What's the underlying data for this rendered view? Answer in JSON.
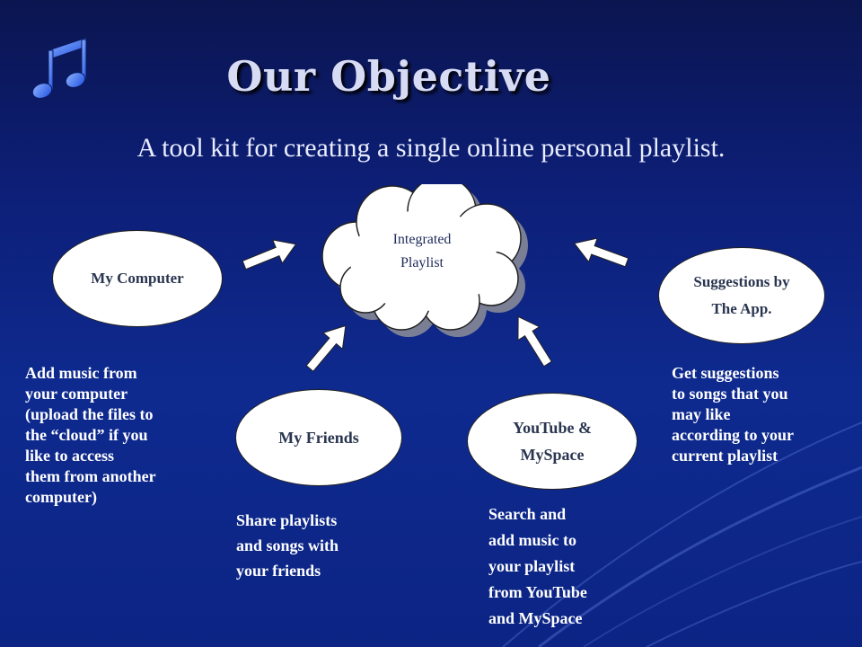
{
  "title": "Our Objective",
  "subtitle": "A tool kit for creating a single online personal playlist.",
  "center": {
    "label_line1": "Integrated",
    "label_line2": "Playlist"
  },
  "nodes": {
    "computer": {
      "label": "My Computer"
    },
    "friends": {
      "label": "My Friends"
    },
    "youtube": {
      "label_line1": "YouTube &",
      "label_line2": "MySpace"
    },
    "suggestions": {
      "label_line1": "Suggestions by",
      "label_line2": "The App."
    }
  },
  "descriptions": {
    "computer": [
      "Add music from",
      "your computer",
      "(upload the files to",
      "the “cloud” if you",
      "like to access",
      "them from another",
      "computer)"
    ],
    "friends": [
      "Share playlists",
      "and songs with",
      "your friends"
    ],
    "youtube": [
      "Search and",
      "add music to",
      "your playlist",
      "from YouTube",
      "and MySpace"
    ],
    "suggestions": [
      "Get suggestions",
      "to songs that you",
      "may like",
      "according to your",
      "current playlist"
    ]
  },
  "icons": {
    "music": "music-note-icon"
  }
}
